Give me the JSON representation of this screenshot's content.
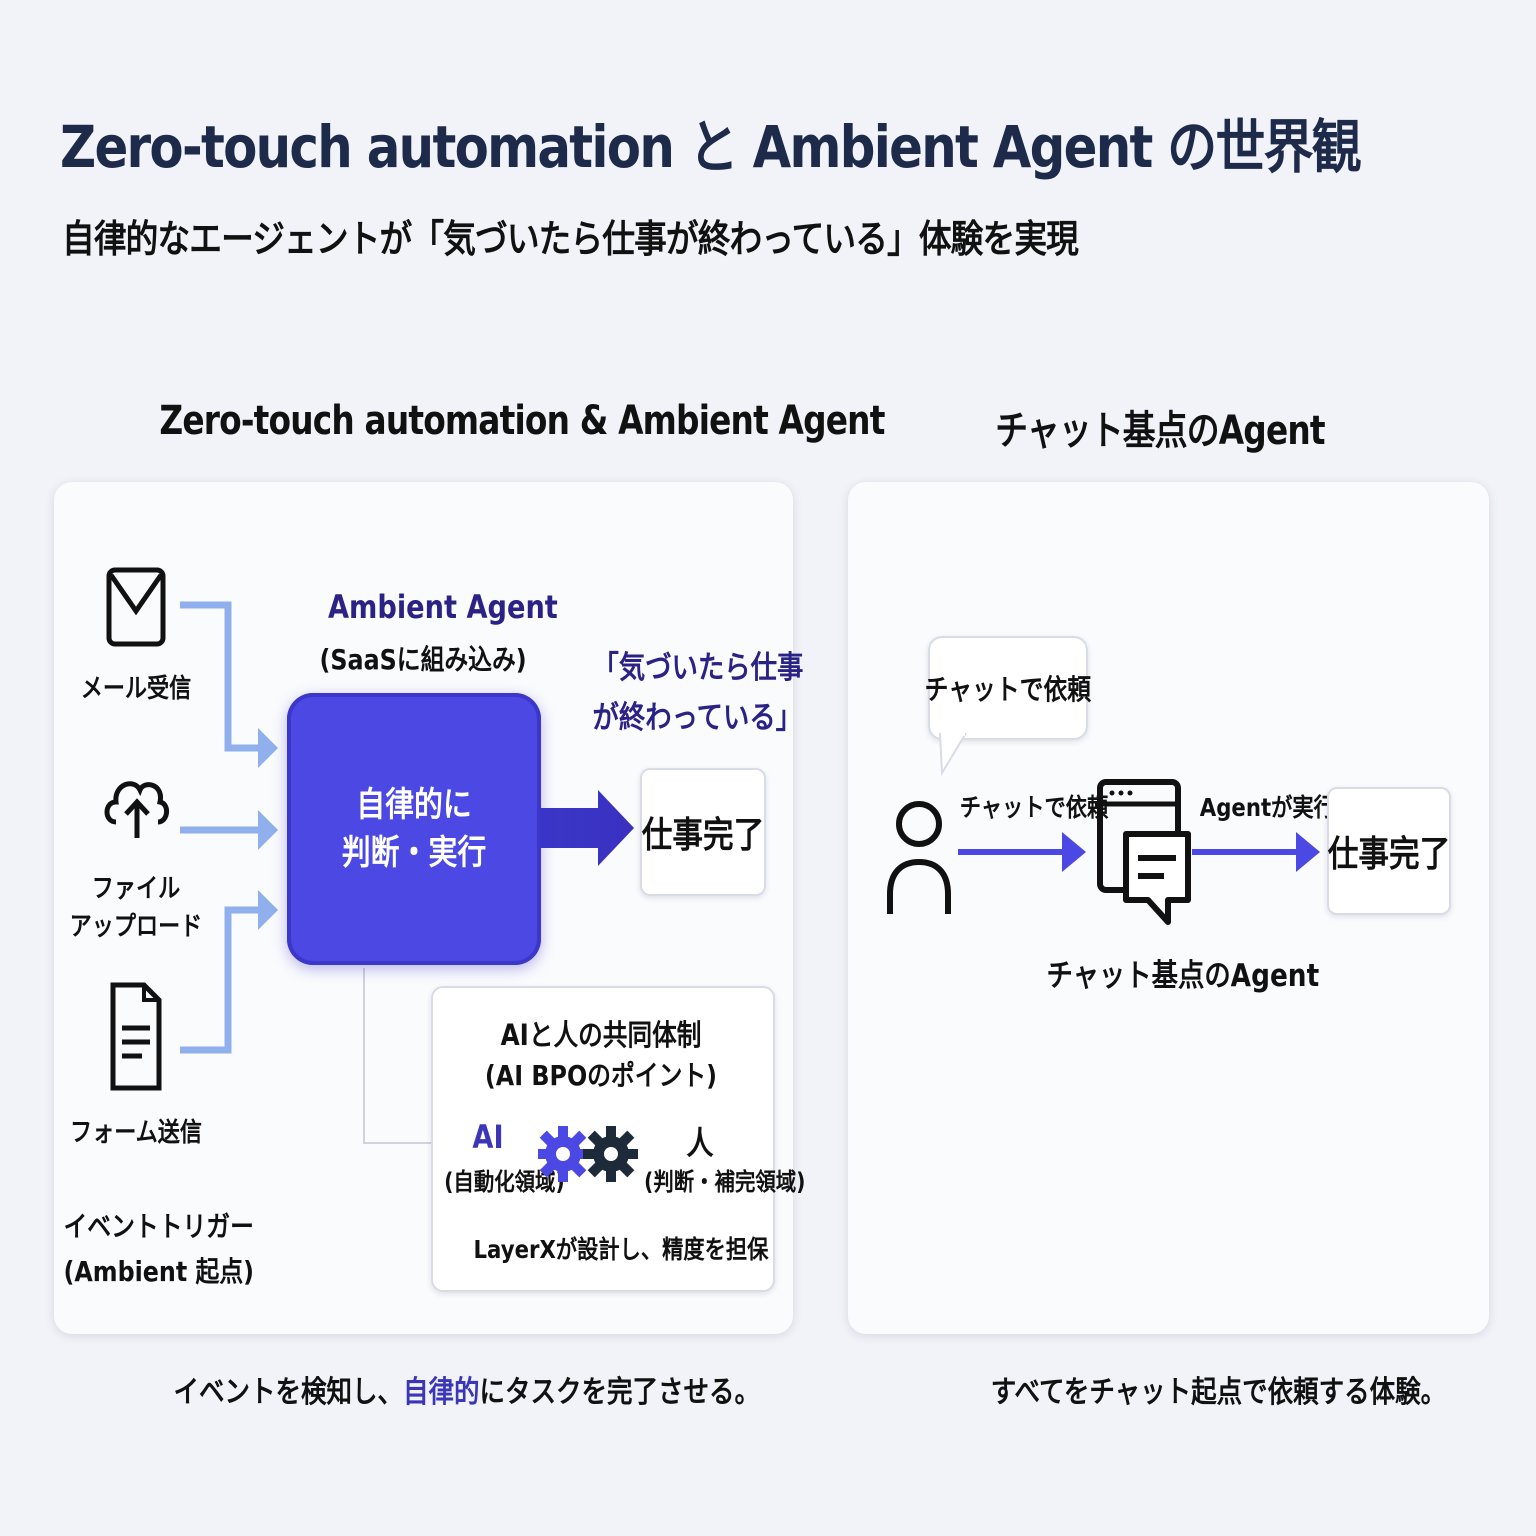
{
  "title": {
    "main": "Zero-touch automation と Ambient Agent の世界観",
    "subtitle": "自律的なエージェントが「気づいたら仕事が終わっている」体験を実現"
  },
  "left": {
    "heading": "Zero-touch automation & Ambient Agent",
    "triggers": [
      {
        "icon": "mail-icon",
        "label": "メール受信"
      },
      {
        "icon": "cloud-upload-icon",
        "label_line1": "ファイル",
        "label_line2": "アップロード"
      },
      {
        "icon": "document-icon",
        "label": "フォーム送信"
      }
    ],
    "trigger_caption_line1": "イベントトリガー",
    "trigger_caption_line2": "(Ambient 起点)",
    "agent_title": "Ambient Agent",
    "agent_subtitle": "(SaaSに組み込み)",
    "agent_box_line1": "自律的に",
    "agent_box_line2": "判断・実行",
    "quote_line1": "「気づいたら仕事",
    "quote_line2": "が終わっている」",
    "done": "仕事完了",
    "collab": {
      "title": "AIと人の共同体制",
      "subtitle": "(AI BPOのポイント)",
      "ai_label": "AI",
      "ai_sub": "(自動化領域)",
      "human_label": "人",
      "human_sub": "(判断・補完領域)",
      "footer": "LayerXが設計し、精度を担保"
    },
    "caption_prefix": "イベントを検知し、",
    "caption_accent": "自律的",
    "caption_suffix": "にタスクを完了させる。"
  },
  "right": {
    "heading": "チャット基点のAgent",
    "bubble": "チャットで依頼",
    "arrow1_label": "チャットで依頼",
    "arrow2_label": "Agentが実行",
    "agent_label": "チャット基点のAgent",
    "done": "仕事完了",
    "caption": "すべてをチャット起点で依頼する体験。"
  },
  "colors": {
    "accent": "#4b48e4",
    "accent_dark": "#2a2385",
    "connector": "#8fb0ec",
    "background": "#f1f3f8"
  }
}
